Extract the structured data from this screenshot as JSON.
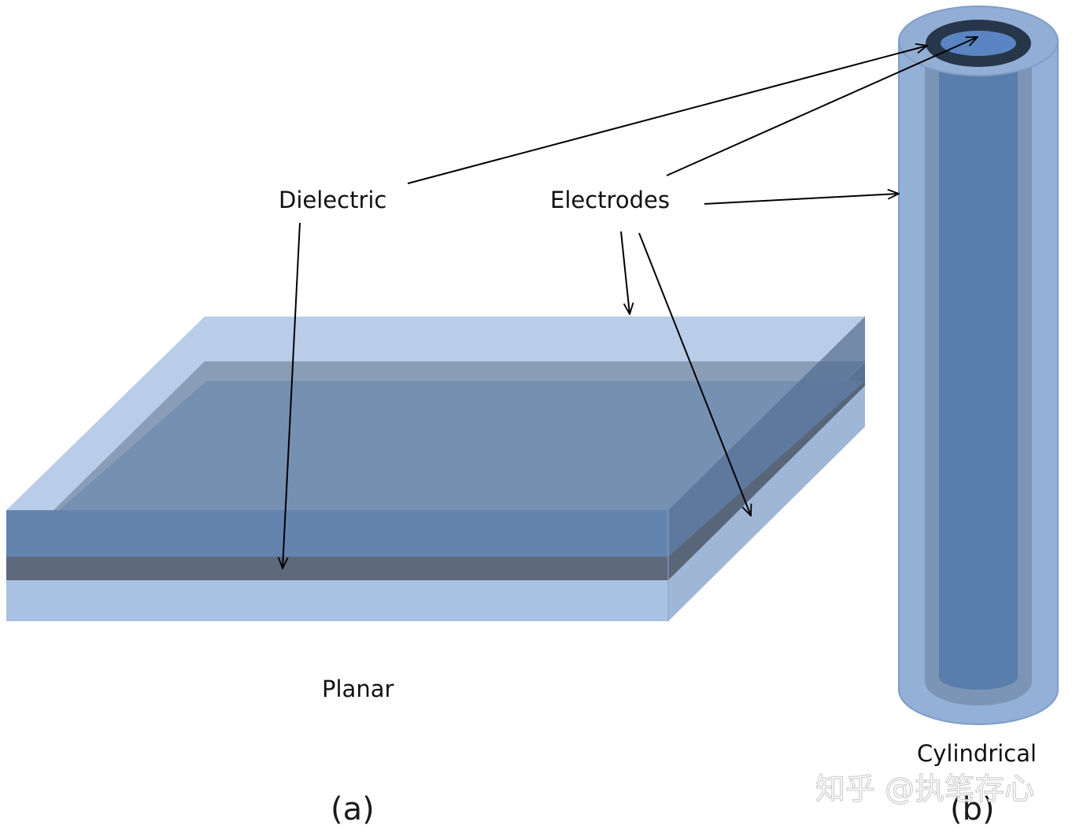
{
  "labels": {
    "dielectric": "Dielectric",
    "electrodes": "Electrodes",
    "planar": "Planar",
    "cylindrical": "Cylindrical",
    "panel_a": "(a)",
    "panel_b": "(b)"
  },
  "watermark": "知乎 @执笔存心",
  "colors": {
    "electrode_light": "#b8cde6",
    "electrode_mid": "#a9c1e2",
    "dielectric_dark": "#5d6a7c",
    "plate_top": "#7690b2",
    "cyl_outer": "#93b0d6",
    "cyl_inner": "#5a7eab",
    "arrow": "#000000"
  }
}
